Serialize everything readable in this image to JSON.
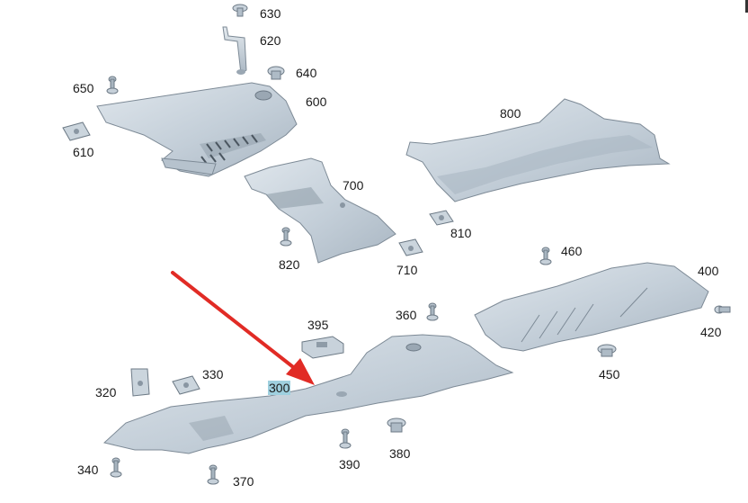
{
  "diagram": {
    "highlight_color": "#9fd0df",
    "arrow_color": "#e12b25",
    "part_fill": "#c5d0da",
    "part_edge": "#7d8a96",
    "labels": {
      "p630": "630",
      "p620": "620",
      "p640": "640",
      "p650": "650",
      "p600": "600",
      "p610": "610",
      "p800": "800",
      "p700": "700",
      "p810": "810",
      "p820": "820",
      "p710": "710",
      "p460": "460",
      "p400": "400",
      "p420": "420",
      "p395": "395",
      "p360": "360",
      "p450": "450",
      "p330": "330",
      "p320": "320",
      "p300": "300",
      "p340": "340",
      "p370": "370",
      "p390": "390",
      "p380": "380"
    }
  }
}
